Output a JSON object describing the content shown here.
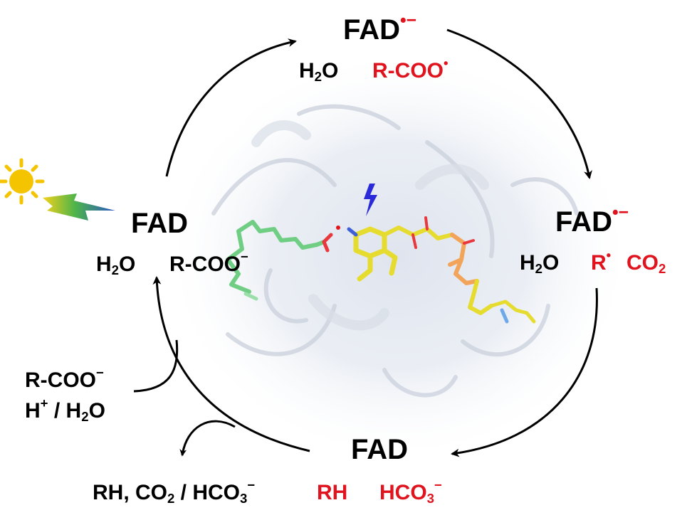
{
  "top_node": {
    "species": "FAD",
    "charge": "•−",
    "water": {
      "base": "H",
      "sub": "2",
      "tail": "O"
    },
    "radical_acid": {
      "base": "R-COO",
      "sup": "•"
    }
  },
  "right_node": {
    "species": "FAD",
    "charge": "•−",
    "water": {
      "base": "H",
      "sub": "2",
      "tail": "O"
    },
    "alkyl_radical": {
      "base": "R",
      "sup": "•"
    },
    "co2": {
      "base": "CO",
      "sub": "2"
    }
  },
  "bottom_node": {
    "species": "FAD",
    "alkane": "RH",
    "bicarbonate": {
      "base": "HCO",
      "sub": "3",
      "sup": "−"
    }
  },
  "left_node": {
    "species": "FAD",
    "water": {
      "base": "H",
      "sub": "2",
      "tail": "O"
    },
    "carboxylate": {
      "base": "R-COO",
      "sup": "−"
    }
  },
  "input_label": {
    "line1": {
      "base": "R-COO",
      "sup": "−"
    },
    "line2": {
      "h": "H",
      "hsup": "+",
      "sep": " / ",
      "water": "H",
      "wsub": "2",
      "wtail": "O"
    }
  },
  "output_label": {
    "prefix": "RH, CO",
    "sub1": "2",
    "mid": " / HCO",
    "sub2": "3",
    "sup": "−"
  },
  "icons": [
    "sun-icon",
    "light-bolt-icon",
    "flash-icon"
  ],
  "colors": {
    "text": "#000000",
    "radical": "#e0141e",
    "sun": "#f5c400",
    "bolt_blue": "#2a2ad8"
  }
}
